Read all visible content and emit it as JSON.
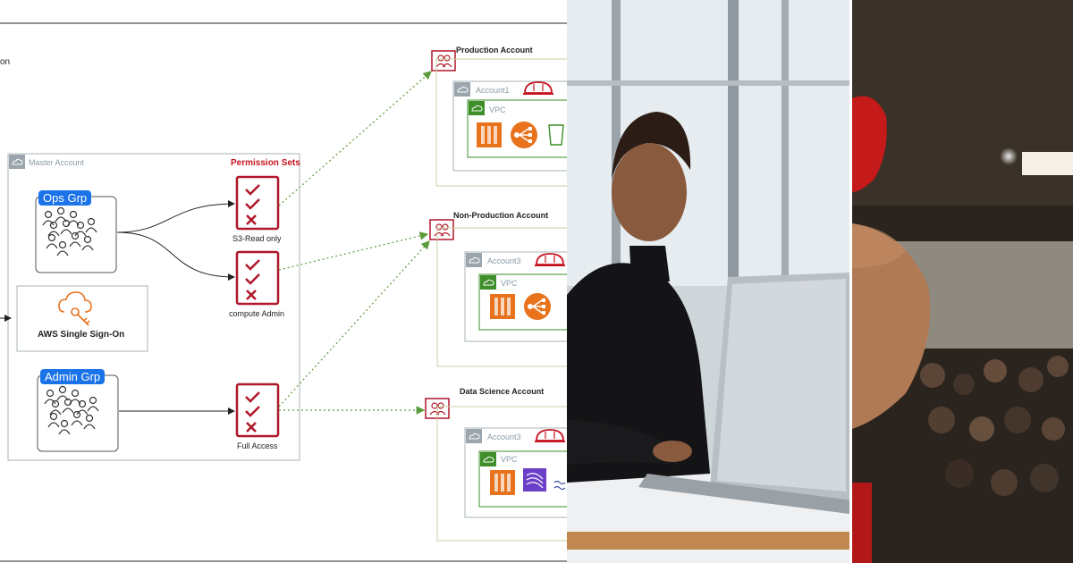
{
  "diagram": {
    "top_left_fragment": "on",
    "master_account": "Master Account",
    "permission_sets_title": "Permission Sets",
    "ops_group": "Ops Grp",
    "admin_group": "Admin Grp",
    "sso_label": "AWS Single Sign-On",
    "permission_sets": [
      {
        "label": "S3-Read only"
      },
      {
        "label": "compute Admin"
      },
      {
        "label": "Full Access"
      }
    ],
    "accounts": [
      {
        "title": "Production Account",
        "sub": "Account1",
        "vpc": "VPC"
      },
      {
        "title": "Non-Production Account",
        "sub": "Account3",
        "vpc": "VPC"
      },
      {
        "title": "Data Science Account",
        "sub": "Account3",
        "vpc": "VPC"
      }
    ]
  },
  "colors": {
    "aws_red": "#c7131f",
    "aws_orange": "#e8731c",
    "vpc_green": "#3e8e29",
    "group_blue": "#1a73e8",
    "arrow_green": "#5a9a3a"
  }
}
